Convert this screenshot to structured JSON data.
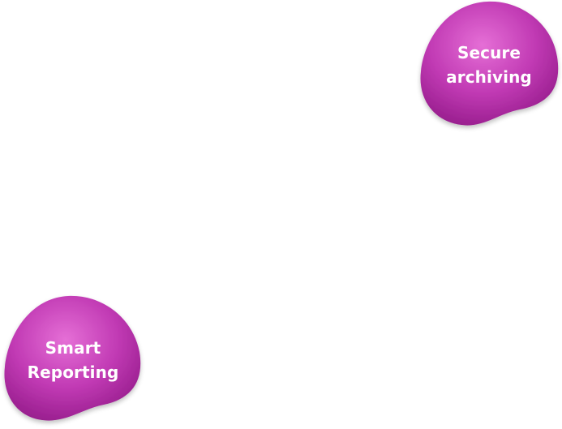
{
  "nodes": [
    {
      "id": "secure",
      "line1": "Secure",
      "line2": "archiving"
    },
    {
      "id": "smart",
      "line1": "Smart",
      "line2": "Reporting"
    }
  ],
  "colors": {
    "blob_center": "#e066d0",
    "blob_mid": "#c63cb8",
    "blob_edge": "#9a1f8f",
    "label": "#ffffff"
  }
}
